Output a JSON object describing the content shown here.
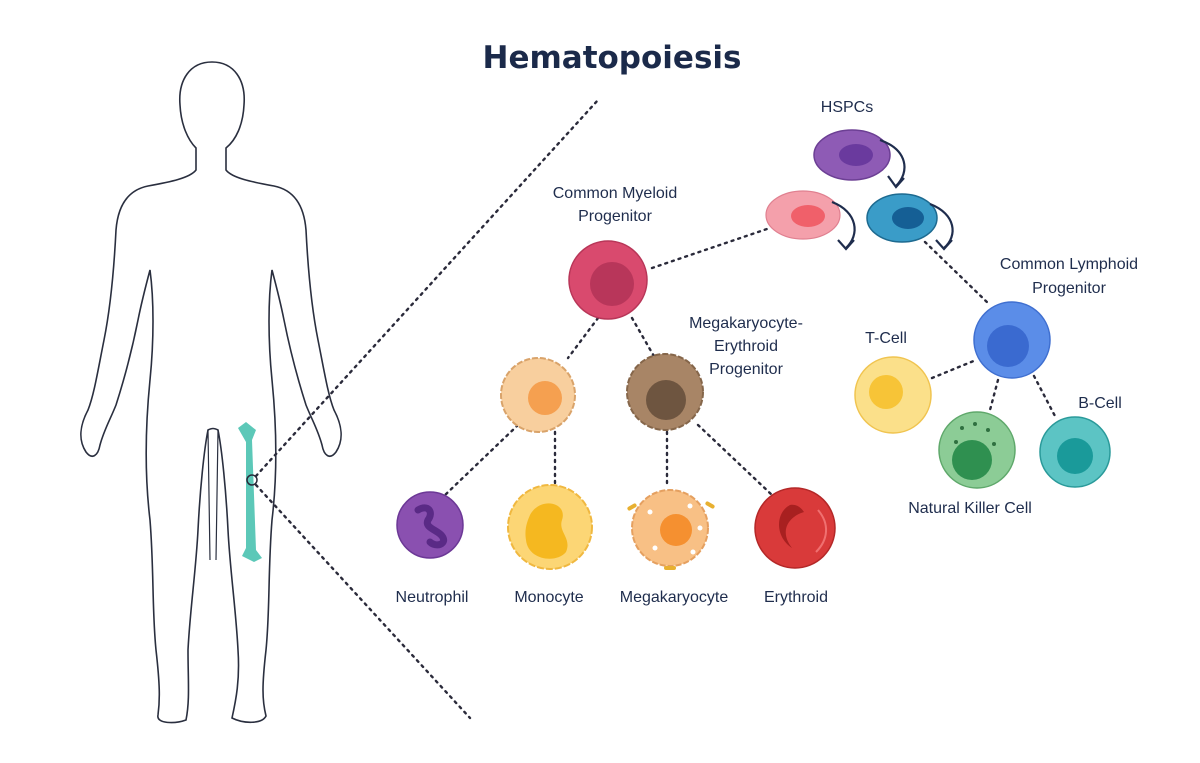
{
  "title": "Hematopoiesis",
  "labels": {
    "hspcs": "HSPCs",
    "cmp_line1": "Common Myeloid",
    "cmp_line2": "Progenitor",
    "mep_line1": "Megakaryocyte-",
    "mep_line2": "Erythroid",
    "mep_line3": "Progenitor",
    "clp_line1": "Common Lymphoid",
    "clp_line2": "Progenitor",
    "tcell": "T-Cell",
    "bcell": "B-Cell",
    "nk": "Natural Killer Cell",
    "neutrophil": "Neutrophil",
    "monocyte": "Monocyte",
    "megakaryocyte": "Megakaryocyte",
    "erythroid": "Erythroid"
  },
  "colors": {
    "hspc": "#8e5bb5",
    "myeloid_precursor": "#f4a0ab",
    "lymphoid_precursor": "#3a9cc8",
    "cmp": "#d94a6e",
    "clp": "#5b8de8",
    "bone": "#5cc8b8"
  }
}
